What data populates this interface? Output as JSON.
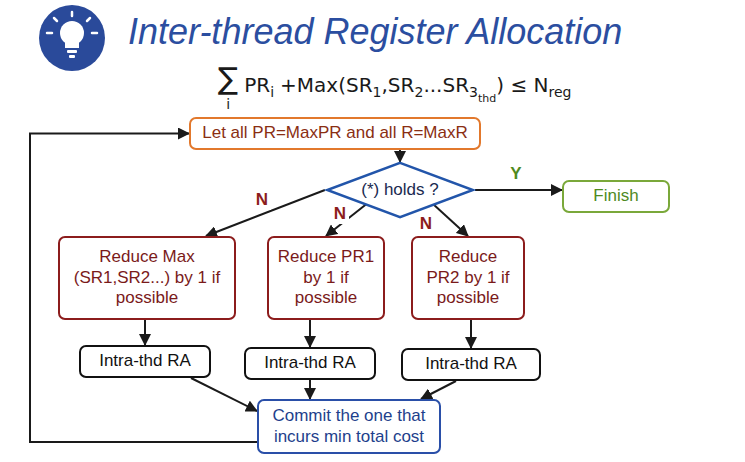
{
  "diagram": {
    "title": "Inter-thread Register Allocation",
    "nodes": [
      {
        "text": [
          "Let all PR=MaxPR and all R=MaxR"
        ]
      },
      {
        "text": [
          "(*) holds ?"
        ]
      },
      {
        "text": [
          "Finish"
        ]
      },
      {
        "text": [
          "Reduce Max (SR1,SR2...) by 1 if possible"
        ]
      },
      {
        "text": [
          "Reduce PR1 by 1 if possible"
        ]
      },
      {
        "text": [
          "Reduce PR2 by 1 if possible"
        ]
      },
      {
        "text": [
          "Intra-thd RA"
        ]
      },
      {
        "text": [
          "Intra-thd RA"
        ]
      },
      {
        "text": [
          "Intra-thd RA"
        ]
      },
      {
        "text": [
          "Commit the one that incurs min total cost"
        ]
      }
    ],
    "edges": [
      {
        "from": 0,
        "to": 1,
        "arrow": "to"
      },
      {
        "from": 1,
        "to": 2,
        "label": "Y",
        "arrow": "to"
      },
      {
        "from": 1,
        "to": 3,
        "label": "N",
        "arrow": "to"
      },
      {
        "from": 1,
        "to": 4,
        "label": "N",
        "arrow": "to"
      },
      {
        "from": 1,
        "to": 5,
        "label": "N",
        "arrow": "to"
      },
      {
        "from": 3,
        "to": 6,
        "arrow": "to"
      },
      {
        "from": 4,
        "to": 7,
        "arrow": "to"
      },
      {
        "from": 5,
        "to": 8,
        "arrow": "to"
      },
      {
        "from": 6,
        "to": 9,
        "arrow": "to"
      },
      {
        "from": 7,
        "to": 9,
        "arrow": "to"
      },
      {
        "from": 8,
        "to": 9,
        "arrow": "to"
      },
      {
        "from": 9,
        "to": 0,
        "arrow": "to"
      }
    ],
    "labels": [
      "∑",
      "i",
      "PR",
      "i",
      "+Max(SR",
      "1",
      ",SR",
      "2",
      "...SR",
      "3",
      "thd",
      ") ≤ N",
      "reg"
    ]
  }
}
